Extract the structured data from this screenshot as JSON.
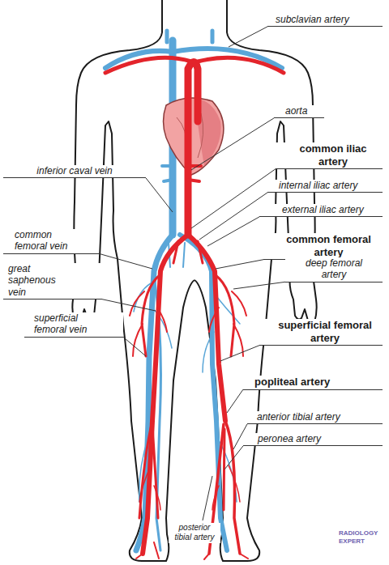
{
  "diagram": {
    "labels": [
      "subclavian artery",
      "aorta",
      "common iliac artery",
      "inferior caval vein",
      "internal iliac artery",
      "external iliac artery",
      "common femoral vein",
      "common femoral artery",
      "deep femoral artery",
      "great saphenous vein",
      "superficial femoral vein",
      "superficial femoral artery",
      "popliteal artery",
      "anterior tibial artery",
      "peronea artery",
      "posterior tibial artery",
      "RADIOLOGY EXPERT"
    ]
  }
}
